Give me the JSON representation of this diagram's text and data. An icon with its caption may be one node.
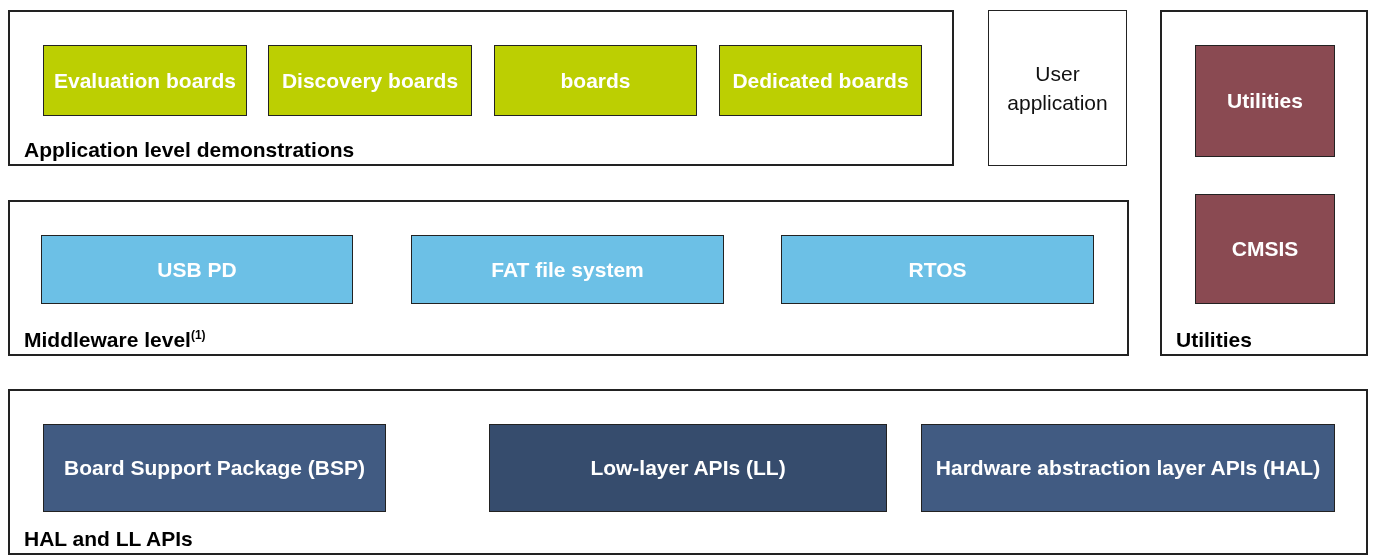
{
  "diagram": {
    "nodes": [
      {
        "text": [
          "Application level demonstrations"
        ]
      },
      {
        "text": [
          "Evaluation boards"
        ],
        "in": 0
      },
      {
        "text": [
          "Discovery boards"
        ],
        "in": 0
      },
      {
        "text": [
          "boards"
        ],
        "in": 0
      },
      {
        "text": [
          "Dedicated boards"
        ],
        "in": 0
      },
      {
        "text": [
          "User application"
        ]
      },
      {
        "text": [
          "Utilities"
        ]
      },
      {
        "text": [
          "Utilities"
        ],
        "in": 6
      },
      {
        "text": [
          "CMSIS"
        ],
        "in": 6
      },
      {
        "text": [
          "Middleware level$^{(1)}$"
        ]
      },
      {
        "text": [
          "USB PD"
        ],
        "in": 9
      },
      {
        "text": [
          "FAT file system"
        ],
        "in": 9
      },
      {
        "text": [
          "RTOS"
        ],
        "in": 9
      },
      {
        "text": [
          "HAL and LL APIs"
        ]
      },
      {
        "text": [
          "Board Support Package (BSP)"
        ],
        "in": 13
      },
      {
        "text": [
          "Low-layer APIs (LL)"
        ],
        "in": 13
      },
      {
        "text": [
          "Hardware abstraction layer APIs (HAL)"
        ],
        "in": 13
      }
    ]
  }
}
